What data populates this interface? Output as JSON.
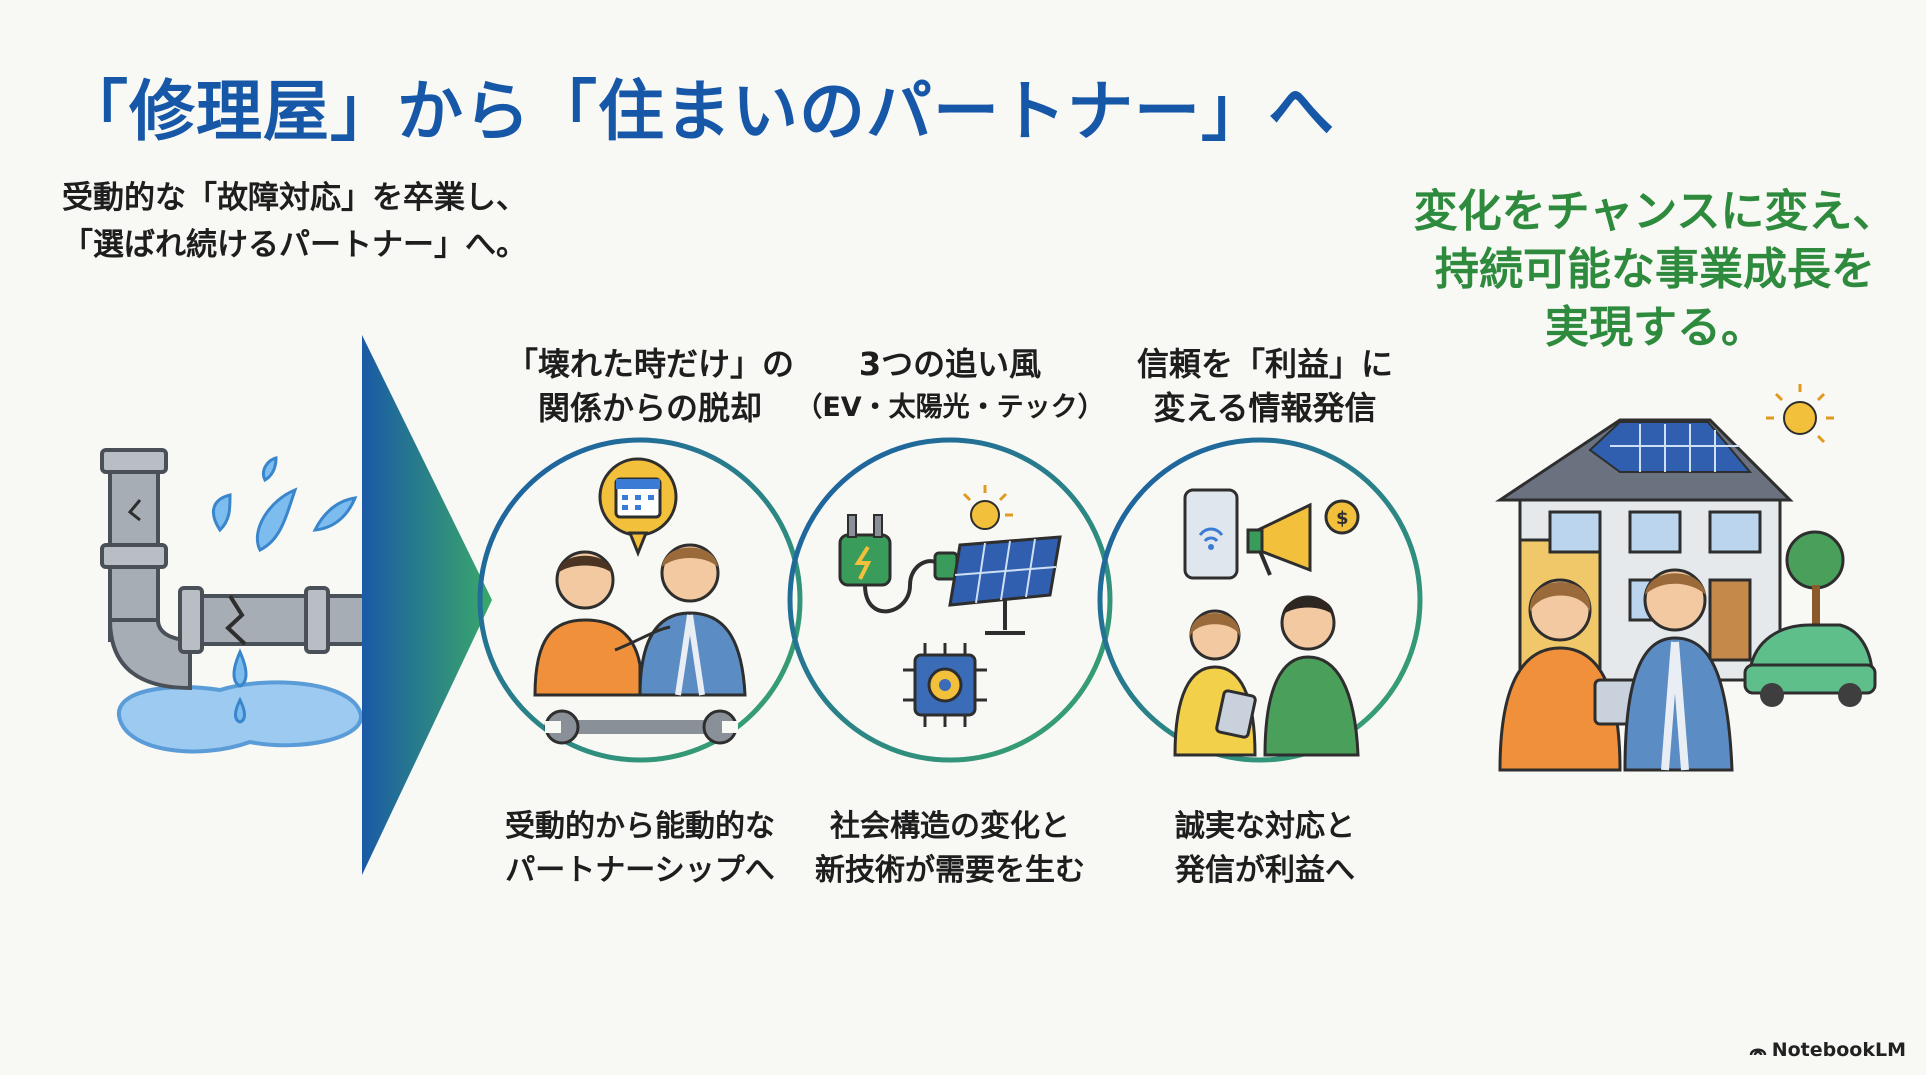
{
  "title": "「修理屋」から「住まいのパートナー」へ",
  "subtitle": {
    "line1": "受動的な「故障対応」を卒業し、",
    "line2": "「選ばれ続けるパートナー」へ。"
  },
  "goal": {
    "line1": "変化をチャンスに変え、",
    "line2": "持続可能な事業成長を",
    "line3": "実現する。"
  },
  "stages": [
    {
      "head1": "「壊れた時だけ」の",
      "head2": "関係からの脱却",
      "foot1": "受動的から能動的な",
      "foot2": "パートナーシップへ"
    },
    {
      "head1": "3つの追い風",
      "head2": "（EV・太陽光・テック）",
      "foot1": "社会構造の変化と",
      "foot2": "新技術が需要を生む"
    },
    {
      "head1": "信頼を「利益」に",
      "head2": "変える情報発信",
      "foot1": "誠実な対応と",
      "foot2": "発信が利益へ"
    }
  ],
  "brand": "NotebookLM",
  "colors": {
    "title_blue": "#1657a8",
    "goal_green": "#2e8a3c",
    "ring_start": "#1a5aa6",
    "ring_end": "#3aa86a"
  }
}
